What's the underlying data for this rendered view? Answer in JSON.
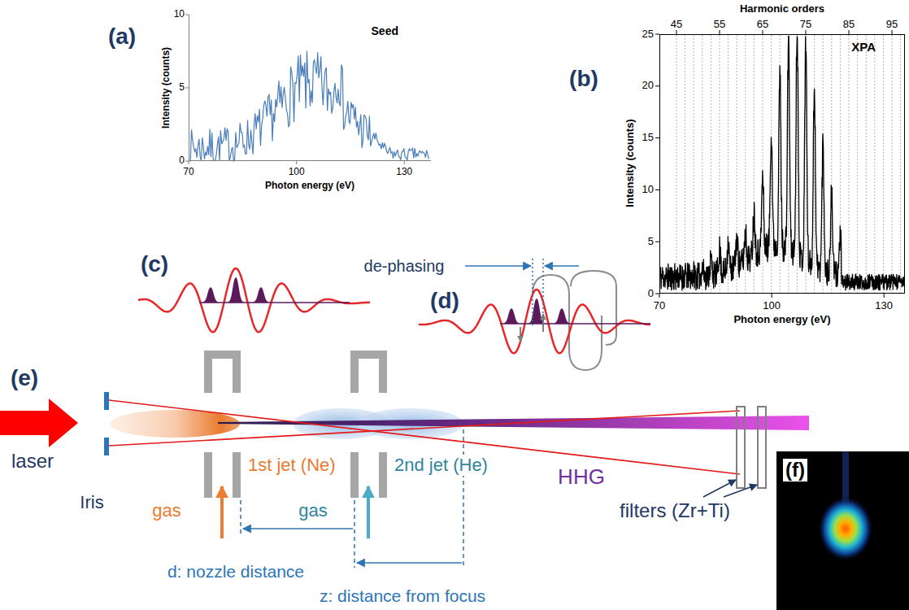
{
  "diagram": {
    "nodes": [
      {
        "text": [
          "Seed"
        ]
      },
      {
        "text": [
          "XPA"
        ]
      }
    ],
    "labels": [
      "(a)",
      "Intensity (counts)",
      "10",
      "5",
      "0",
      "70",
      "100",
      "130",
      "Photon energy (eV)",
      "(b)",
      "Harmonic orders",
      "45",
      "55",
      "65",
      "75",
      "85",
      "95",
      "25",
      "20",
      "15",
      "10",
      "5",
      "0",
      "70",
      "100",
      "130",
      "Intensity (counts)",
      "Photon energy (eV)",
      "(c)",
      "de-phasing",
      "(d)",
      "(e)",
      "laser",
      "Iris",
      "1st jet (Ne)",
      "2nd jet (He)",
      "gas",
      "gas",
      "HHG",
      "filters (Zr+Ti)",
      "(f)",
      "d: nozzle distance",
      "z: distance from focus"
    ]
  }
}
